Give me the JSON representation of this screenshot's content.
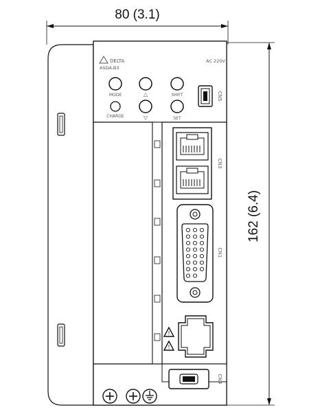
{
  "dimensions": {
    "width_label": "80 (3.1)",
    "height_label": "162 (6.4)"
  },
  "panel": {
    "brand": "DELTA",
    "model": "ASDA-B3",
    "voltage": "AC 220V",
    "buttons": [
      "MODE",
      "SHIFT",
      "SET"
    ],
    "charge_label": "CHARGE",
    "up_symbol": "△",
    "down_symbol": "▽"
  },
  "connectors": {
    "cn5": "CN5",
    "cn3": "CN3",
    "cn1": "CN1",
    "cn4": "CN4"
  },
  "icons": {
    "ground": "ground-terminal-icon",
    "screw": "screw-terminal-icon",
    "warning": "warning-triangle-icon",
    "usb": "mini-usb-port-icon",
    "rj45": "rj45-port-icon",
    "dsub": "d-sub-connector-icon"
  },
  "colors": {
    "line": "#111111",
    "gray_fill": "#e6e6e6"
  }
}
